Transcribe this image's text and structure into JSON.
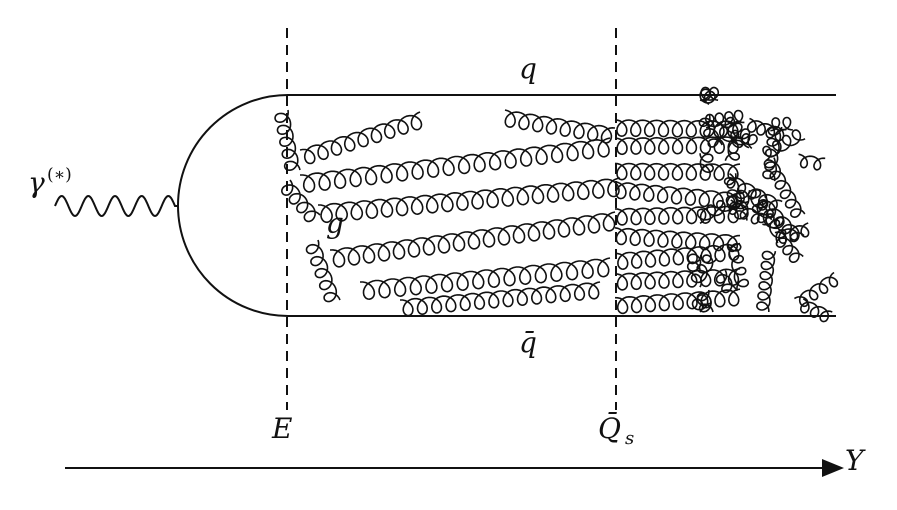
{
  "labels": {
    "photon": "γ",
    "photon_sup": "(∗)",
    "quark": "q",
    "antiquark": "q̄",
    "gluon": "g",
    "cut_left": "E",
    "cut_right_main": "Q̄",
    "cut_right_sub": "s",
    "axis": "Y"
  }
}
